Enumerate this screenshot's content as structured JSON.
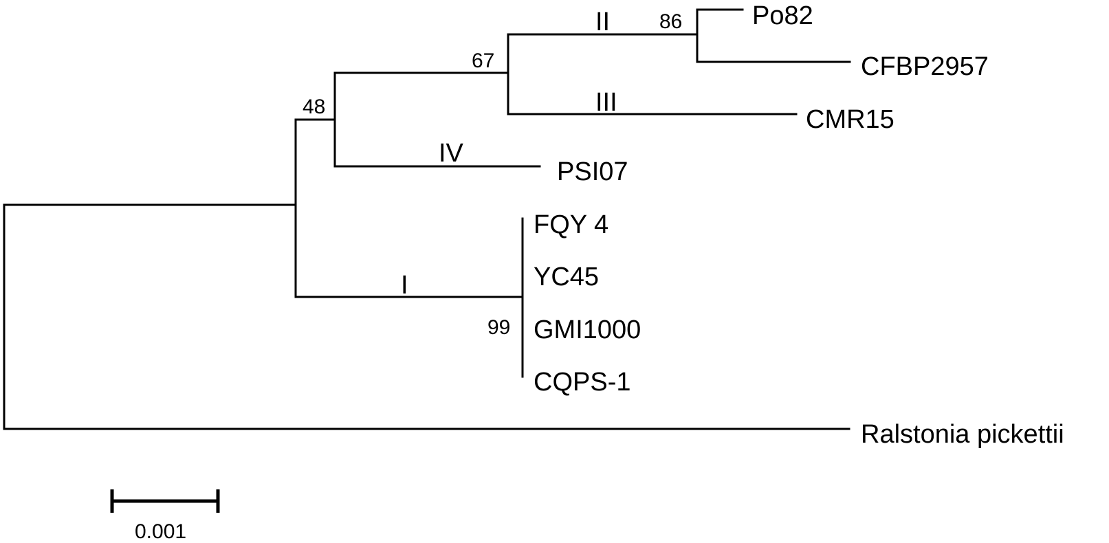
{
  "tree": {
    "taxa": {
      "po82": "Po82",
      "cfbp2957": "CFBP2957",
      "cmr15": "CMR15",
      "psi07": "PSI07",
      "fqy4": "FQY 4",
      "yc45": "YC45",
      "gmi1000": "GMI1000",
      "cqps1": "CQPS-1",
      "ralstonia": "Ralstonia pickettii"
    },
    "support": {
      "node_86": "86",
      "node_67": "67",
      "node_48": "48",
      "node_99": "99"
    },
    "clades": {
      "phylotype_1": "I",
      "phylotype_2": "II",
      "phylotype_3": "III",
      "phylotype_4": "IV"
    },
    "scale_bar": {
      "label": "0.001",
      "value": 0.001
    }
  }
}
